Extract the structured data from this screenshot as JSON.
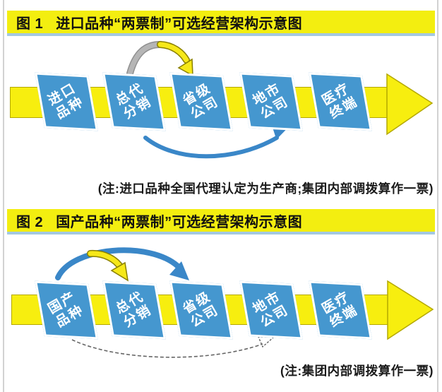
{
  "colors": {
    "header_bg": "#f3ee10",
    "header_underline": "#a4c8e1",
    "band_yellow": "#f7ee0f",
    "band_outline": "#b4a800",
    "node_blue": "#4597cf",
    "node_text": "#ffffff",
    "arrow_blue": "#3a87c8",
    "arc_gray": "#b5b5b5",
    "arc_gray_outline": "#8f8f8f",
    "arc_yellow": "#f6e818",
    "arc_yellow_outline": "#8a8000",
    "dashed_gray": "#666666",
    "note_color": "#1a1a1a"
  },
  "figures": [
    {
      "index_label": "图 1",
      "title": "进口品种“两票制”可选经营架构示意图",
      "nodes": [
        {
          "line1": "进口",
          "line2": "品种"
        },
        {
          "line1": "总代",
          "line2": "分销"
        },
        {
          "line1": "省级",
          "line2": "公司"
        },
        {
          "line1": "地市",
          "line2": "公司"
        },
        {
          "line1": "医疗",
          "line2": "终端"
        }
      ],
      "arrows": [
        {
          "name": "skip-arc-gray-to-yellow",
          "from": "总代分销",
          "to": "省级公司"
        },
        {
          "name": "return-swoosh-blue",
          "from": "总代分销",
          "to": "地市公司"
        }
      ],
      "note": "(注:进口品种全国代理认定为生产商;集团内部调拨算作一票)"
    },
    {
      "index_label": "图 2",
      "title": "国产品种“两票制”可选经营架构示意图",
      "nodes": [
        {
          "line1": "国产",
          "line2": "品种"
        },
        {
          "line1": "总代",
          "line2": "分销"
        },
        {
          "line1": "省级",
          "line2": "公司"
        },
        {
          "line1": "地市",
          "line2": "公司"
        },
        {
          "line1": "医疗",
          "line2": "终端"
        }
      ],
      "arrows": [
        {
          "name": "skip-arc-blue",
          "from": "国产品种",
          "to": "省级公司"
        },
        {
          "name": "branch-arrow-yellow",
          "from": "国产品种",
          "to": "总代分销"
        },
        {
          "name": "dashed-return-arrow",
          "from": "国产品种",
          "to": "地市公司"
        }
      ],
      "note": "(注:集团内部调拨算作一票)"
    }
  ]
}
